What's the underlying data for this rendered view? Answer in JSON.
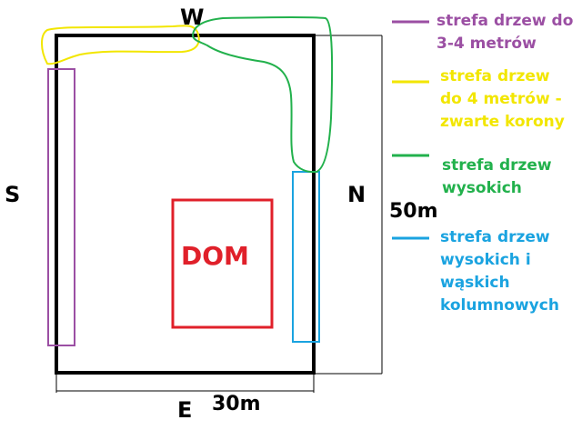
{
  "labels": {
    "north": "N",
    "south": "S",
    "west": "W",
    "east": "E",
    "house": "DOM",
    "length": "50m",
    "width": "30m"
  },
  "colors": {
    "plot": "#000000",
    "house": "#e0202a",
    "purple": "#9b4fa3",
    "yellow": "#f2e600",
    "green": "#22b14c",
    "blue": "#1aa3e0"
  },
  "legend": [
    {
      "color": "#9b4fa3",
      "lines": [
        "strefa drzew do",
        "3-4 metrów"
      ]
    },
    {
      "color": "#f2e600",
      "lines": [
        "strefa drzew",
        "do 4 metrów -",
        "zwarte korony"
      ]
    },
    {
      "color": "#22b14c",
      "lines": [
        "strefa drzew",
        "wysokich"
      ]
    },
    {
      "color": "#1aa3e0",
      "lines": [
        "strefa drzew",
        "wysokich i",
        "wąskich",
        "kolumnowych"
      ]
    }
  ]
}
